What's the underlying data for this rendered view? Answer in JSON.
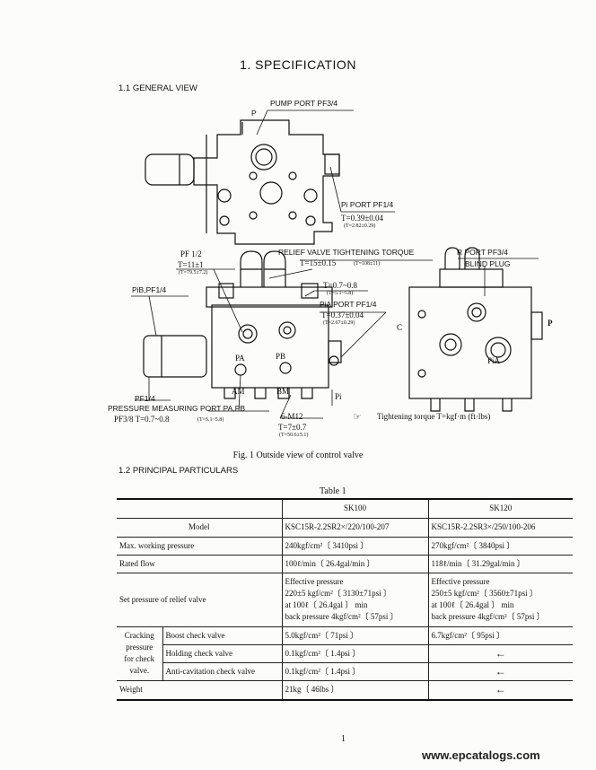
{
  "heading": "1.   SPECIFICATION",
  "section_general": "1.1  GENERAL VIEW",
  "section_particulars": "1.2  PRINCIPAL PARTICULARS",
  "figure": {
    "caption": "Fig. 1    Outside view of control valve",
    "labels": {
      "p_top": "P",
      "pump_port": "PUMP PORT PF3/4",
      "pi_port": "Pi PORT PF1/4",
      "pi_torque": "T=0.39±0.04",
      "pi_torque_ft": "(T=2.82±0.29)",
      "pf12": "PF 1/2",
      "pf12_t": "T=11±1",
      "pf12_ft": "(T=79.5±7.2)",
      "relief": "RELIEF VALVE TIGHTENING TORQUE",
      "relief_t": "T=15±0.15",
      "relief_ft": "(T=108±11)",
      "pib": "PiB,PF1/4",
      "t07": "T=0.7~0.8",
      "t07_ft": "(T=5.1~5.8)",
      "pia_port": "PiA PORT PF1/4",
      "pia_t": "T=0.37±0.04",
      "pia_ft": "(T=2.67±0.29)",
      "pa": "PA",
      "pb": "PB",
      "am": "AM",
      "bm": "BM",
      "pf14": "PF1/4",
      "pressure_port": "PRESSURE MEASURING PORT PA,PB",
      "pf38": "PF3/8  T=0.7~0.8",
      "pf38_ft": "(T=5.1~5.8)",
      "m12": "6-M12",
      "m12_t": "T=7±0.7",
      "m12_ft": "(T=50.6±5.1)",
      "pi": "Pi",
      "r_port": "R PORT PF3/4",
      "blind": "BLIND PLUG",
      "c": "C",
      "p_right": "P",
      "pia": "PiA",
      "torque_note_icon": "☞",
      "torque_note": "Tightening torque T=kgf·m (ft·lbs)"
    }
  },
  "table": {
    "caption": "Table 1",
    "headers": [
      "SK100",
      "SK120"
    ],
    "rows": [
      {
        "label": "Model",
        "sk100": "KSC15R-2.2SR2×/220/100-207",
        "sk120": "KSC15R-2.2SR3×/250/100-206"
      },
      {
        "label": "Max. working pressure",
        "sk100": "240kgf/cm²〔 3410psi 〕",
        "sk120": "270kgf/cm²〔 3840psi 〕"
      },
      {
        "label": "Rated flow",
        "sk100": "100ℓ/min〔 26.4gal/min 〕",
        "sk120": "118ℓ/min〔 31.29gal/min 〕"
      }
    ],
    "relief": {
      "label": "Set pressure of relief valve",
      "sk100": [
        "Effective pressure",
        "220±5 kgf/cm²〔 3130±71psi 〕",
        "at 100ℓ〔 26.4gal 〕 min",
        "back pressure 4kgf/cm²〔 57psi 〕"
      ],
      "sk120": [
        "Effective pressure",
        "250±5 kgf/cm²〔 3560±71psi 〕",
        "at 100ℓ〔 26.4gal 〕 min",
        "back pressure 4kgf/cm²〔 57psi 〕"
      ]
    },
    "cracking": {
      "group_label": [
        "Cracking",
        "pressure",
        "for check",
        "valve."
      ],
      "items": [
        {
          "label": "Boost check valve",
          "sk100": "5.0kgf/cm²〔 71psi 〕",
          "sk120": "6.7kgf/cm²〔 95psi 〕"
        },
        {
          "label": "Holding check valve",
          "sk100": "0.1kgf/cm²〔 1.4psi 〕",
          "sk120": "←"
        },
        {
          "label": "Anti-cavitation check valve",
          "sk100": "0.1kgf/cm²〔 1.4psi 〕",
          "sk120": "←"
        }
      ]
    },
    "weight": {
      "label": "Weight",
      "sk100": "21kg〔 46lbs 〕",
      "sk120": "←"
    }
  },
  "page_number": "1",
  "watermark": "www.epcatalogs.com"
}
